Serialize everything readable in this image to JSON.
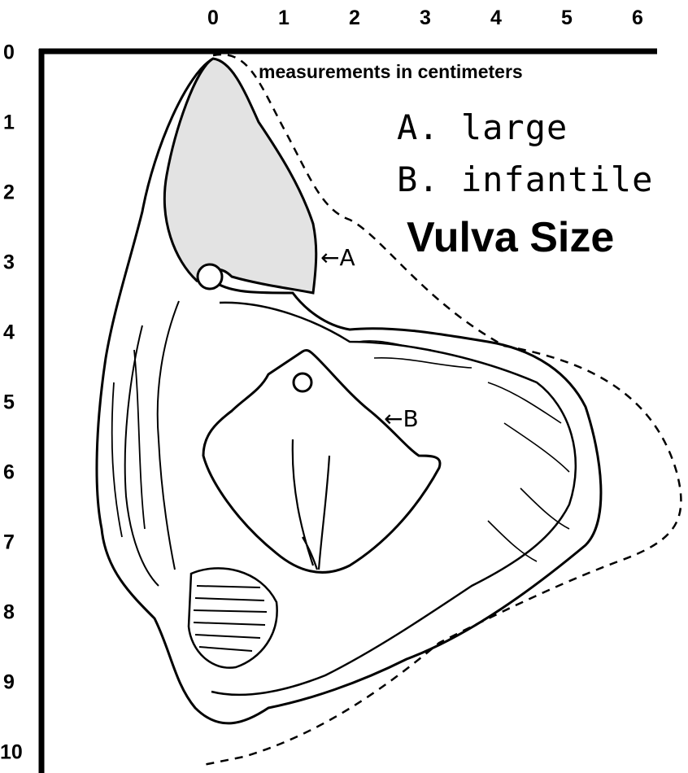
{
  "top_scale": {
    "ticks": [
      "0",
      "1",
      "2",
      "3",
      "4",
      "5",
      "6"
    ]
  },
  "left_scale": {
    "ticks": [
      "0",
      "1",
      "2",
      "3",
      "4",
      "5",
      "6",
      "7",
      "8",
      "9",
      "10"
    ]
  },
  "note": "measurements in centimeters",
  "legend": {
    "a": "A. large",
    "b": "B. infantile"
  },
  "title": "Vulva Size",
  "callouts": {
    "a": "←A",
    "b": "←B"
  },
  "colors": {
    "ink": "#000000",
    "shade": "#e3e3e3",
    "background": "#ffffff"
  }
}
